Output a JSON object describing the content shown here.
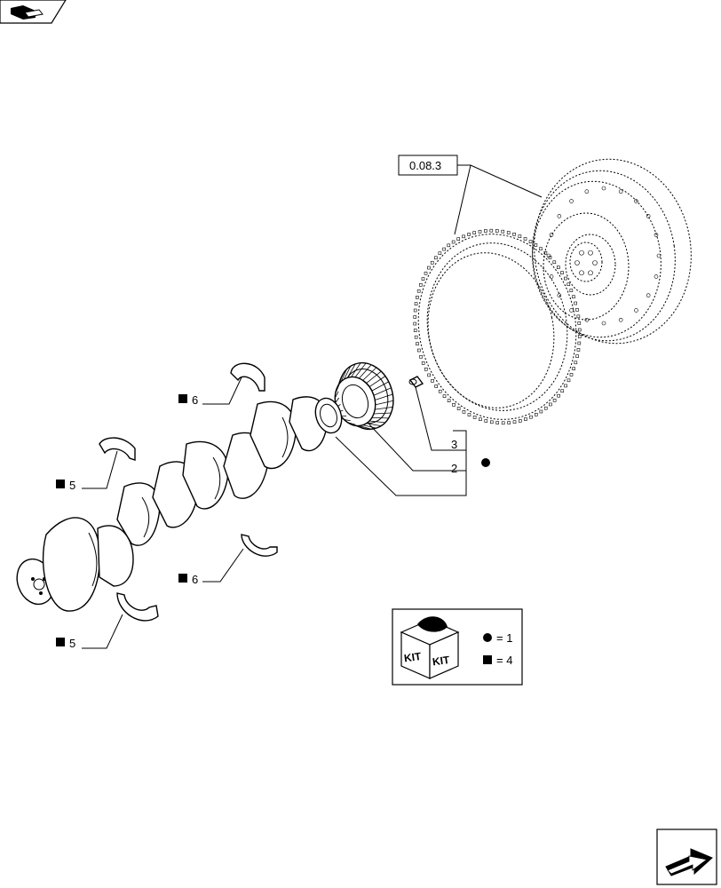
{
  "reference_label": "0.08.3",
  "callouts": [
    {
      "id": "c6a",
      "symbol": "square",
      "number": "6"
    },
    {
      "id": "c5a",
      "symbol": "square",
      "number": "5"
    },
    {
      "id": "c6b",
      "symbol": "square",
      "number": "6"
    },
    {
      "id": "c5b",
      "symbol": "square",
      "number": "5"
    },
    {
      "id": "c3",
      "symbol": "",
      "number": "3"
    },
    {
      "id": "c2",
      "symbol": "",
      "number": "2"
    }
  ],
  "kit": {
    "box_text_left": "KIT",
    "box_text_right": "KIT",
    "legend": [
      {
        "symbol": "circle",
        "text": "= 1"
      },
      {
        "symbol": "square",
        "text": "= 4"
      }
    ]
  },
  "icons": [
    "back-book-icon",
    "next-page-icon",
    "kit-box-icon"
  ]
}
